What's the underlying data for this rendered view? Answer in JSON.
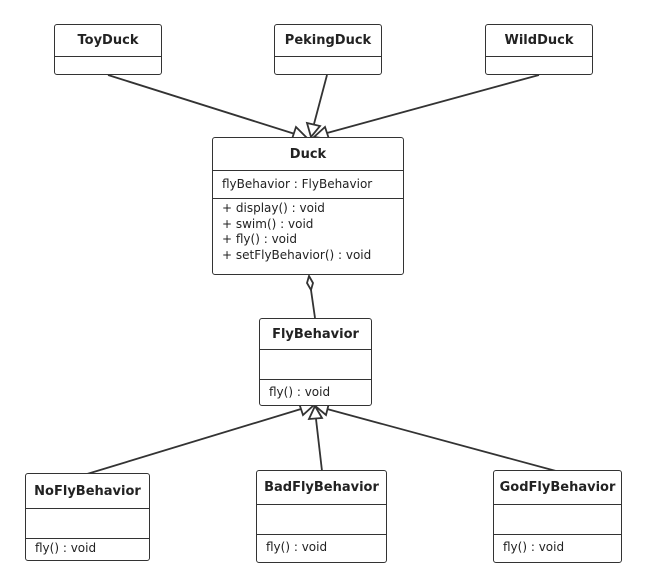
{
  "colors": {
    "stroke": "#333333",
    "background": "#ffffff",
    "text": "#222222"
  },
  "classes": {
    "toy_duck": {
      "name": "ToyDuck",
      "attributes": [],
      "operations": []
    },
    "peking_duck": {
      "name": "PekingDuck",
      "attributes": [],
      "operations": []
    },
    "wild_duck": {
      "name": "WildDuck",
      "attributes": [],
      "operations": []
    },
    "duck": {
      "name": "Duck",
      "attributes": [
        "flyBehavior : FlyBehavior"
      ],
      "operations": [
        "+ display() : void",
        "+ swim() : void",
        "+ fly() : void",
        "+ setFlyBehavior() : void"
      ]
    },
    "fly_behavior": {
      "name": "FlyBehavior",
      "attributes": [],
      "operations": [
        "fly() : void"
      ]
    },
    "no_fly_behavior": {
      "name": "NoFlyBehavior",
      "attributes": [],
      "operations": [
        "fly() : void"
      ]
    },
    "bad_fly_behavior": {
      "name": "BadFlyBehavior",
      "attributes": [],
      "operations": [
        "fly() : void"
      ]
    },
    "god_fly_behavior": {
      "name": "GodFlyBehavior",
      "attributes": [],
      "operations": [
        "fly() : void"
      ]
    }
  },
  "relations": [
    {
      "type": "generalization",
      "from": "ToyDuck",
      "to": "Duck"
    },
    {
      "type": "generalization",
      "from": "PekingDuck",
      "to": "Duck"
    },
    {
      "type": "generalization",
      "from": "WildDuck",
      "to": "Duck"
    },
    {
      "type": "aggregation",
      "from": "FlyBehavior",
      "to": "Duck"
    },
    {
      "type": "generalization",
      "from": "NoFlyBehavior",
      "to": "FlyBehavior"
    },
    {
      "type": "generalization",
      "from": "BadFlyBehavior",
      "to": "FlyBehavior"
    },
    {
      "type": "generalization",
      "from": "GodFlyBehavior",
      "to": "FlyBehavior"
    }
  ]
}
